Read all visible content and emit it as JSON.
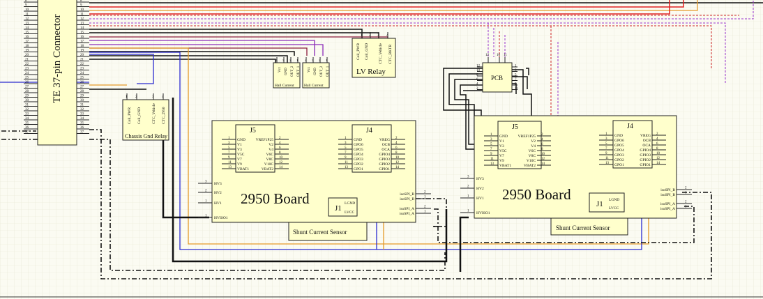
{
  "connector": {
    "title": "TE 37-pin Connector",
    "left_pins": [
      "8",
      "9",
      "10",
      "11",
      "12",
      "13",
      "14",
      "15",
      "16",
      "17",
      "18",
      "19",
      "20",
      "21",
      "22",
      "23",
      "24",
      "25",
      "26",
      "27",
      "28",
      "29",
      "30",
      "31",
      "32",
      "33",
      "34",
      "35",
      "36",
      "37"
    ],
    "right_pins": [
      "8",
      "9",
      "10",
      "11",
      "12",
      "13",
      "14",
      "15",
      "16",
      "17",
      "18",
      "19",
      "20",
      "21",
      "22",
      "23",
      "24",
      "25",
      "26",
      "27",
      "28",
      "29",
      "30",
      "31",
      "32",
      "33",
      "34",
      "35",
      "36",
      "37"
    ]
  },
  "chassis_relay": {
    "title": "Chassis Gnd Relay",
    "pins": [
      "Coil_PWR",
      "Coil_GND",
      "CTC_Vehicle",
      "CTC_2950"
    ],
    "numbers": [
      "1",
      "2",
      "3",
      "4"
    ]
  },
  "hall1": {
    "title": "Hall Current",
    "pins": [
      "Vcc",
      "GND",
      "OUT_2",
      "OUT_1"
    ],
    "numbers": [
      "4",
      "3",
      "2",
      "1"
    ]
  },
  "hall2": {
    "title": "Hall Current",
    "pins": [
      "Vcc",
      "GND",
      "OUT_2",
      "OUT_1"
    ],
    "numbers": [
      "4",
      "3",
      "2",
      "1"
    ]
  },
  "lv_relay": {
    "title": "LV Relay",
    "pins": [
      "Coil_PWR",
      "Coil_GND",
      "CTC_Vehicle",
      "CTC_BKTR"
    ],
    "numbers": [
      "1",
      "2",
      "3",
      "4"
    ]
  },
  "pcb": {
    "title": "PCB",
    "top_pins": [
      "12",
      "10",
      "11"
    ],
    "left_pins": [
      "12",
      "10",
      "8",
      "6",
      "4",
      "2"
    ],
    "right_pins": [
      "1",
      "3",
      "5",
      "7",
      "9",
      "11"
    ]
  },
  "board1": {
    "title": "2950 Board",
    "j5": {
      "title": "J5",
      "left_labels": [
        "GND",
        "V1",
        "V3",
        "V5C",
        "V7",
        "V9",
        "VBAT1"
      ],
      "left_nums": [
        "1",
        "3",
        "5",
        "7",
        "9",
        "11",
        "13"
      ],
      "right_labels": [
        "VREF1P25",
        "V2",
        "V4",
        "V6C",
        "V8C",
        "V10C",
        "VBAT2"
      ],
      "right_nums": [
        "2",
        "4",
        "6",
        "8",
        "10",
        "12",
        "14"
      ]
    },
    "j4": {
      "title": "J4",
      "left_labels": [
        "GND",
        "GPO6",
        "GPO5",
        "GPO4",
        "GPO3",
        "GPO2",
        "GPO1"
      ],
      "left_nums": [
        "1",
        "3",
        "5",
        "7",
        "9",
        "11",
        "13"
      ],
      "right_labels": [
        "VREG",
        "OCB",
        "OCA",
        "GPIO4",
        "GPIO3",
        "GPIO2",
        "GPIO1"
      ],
      "right_nums": [
        "2",
        "4",
        "6",
        "8",
        "10",
        "12",
        "14"
      ]
    },
    "hv_labels": [
      "HV3",
      "HV2",
      "HV1",
      "HVISO1"
    ],
    "hv_nums": [
      "3",
      "2",
      "1",
      "1"
    ],
    "iso_labels": [
      "isoSPI_B",
      "isoSPI_B",
      "isoSPI_A",
      "isoSPI_A"
    ],
    "iso_nums": [
      "2",
      "1",
      "2",
      "1"
    ],
    "j1": {
      "title": "J1",
      "pins": [
        "LGND",
        "LVCC"
      ],
      "nums": [
        "1",
        "2"
      ]
    },
    "shunt": "Shunt Current Sensor"
  },
  "board2": {
    "title": "2950 Board",
    "j5": {
      "title": "J5",
      "left_labels": [
        "GND",
        "V1",
        "V3",
        "V5C",
        "V7",
        "V9",
        "VBAT1"
      ],
      "left_nums": [
        "1",
        "3",
        "5",
        "7",
        "9",
        "11",
        "13"
      ],
      "right_labels": [
        "VREF1P25",
        "V2",
        "V4",
        "V6C",
        "V8C",
        "V10C",
        "VBAT2"
      ],
      "right_nums": [
        "2",
        "4",
        "6",
        "8",
        "10",
        "12",
        "14"
      ]
    },
    "j4": {
      "title": "J4",
      "left_labels": [
        "GND",
        "GPO6",
        "GPO5",
        "GPO4",
        "GPO3",
        "GPO2",
        "GPO1"
      ],
      "left_nums": [
        "1",
        "3",
        "5",
        "7",
        "9",
        "11",
        "13"
      ],
      "right_labels": [
        "VREG",
        "OCB",
        "OCA",
        "GPIO4",
        "GPIO3",
        "GPIO2",
        "GPIO1"
      ],
      "right_nums": [
        "2",
        "4",
        "6",
        "8",
        "10",
        "12",
        "14"
      ]
    },
    "hv_labels": [
      "HV3",
      "HV2",
      "HV1",
      "HVISO1"
    ],
    "hv_nums": [
      "3",
      "2",
      "1",
      "1"
    ],
    "iso_labels": [
      "isoSPI_B",
      "isoSPI_B",
      "isoSPI_A",
      "isoSPI_A"
    ],
    "iso_nums": [
      "2",
      "1",
      "2",
      "1"
    ],
    "j1": {
      "title": "J1",
      "pins": [
        "LGND",
        "LVCC"
      ],
      "nums": [
        "1",
        "2"
      ]
    },
    "shunt": "Shunt Current Sensor"
  },
  "colors": {
    "fill": "#ffffcc",
    "grid": "#e6e6d2",
    "red": "#e02020",
    "purple": "#8a2ab8",
    "blue": "#2a2ad0",
    "orange": "#e59a28"
  }
}
